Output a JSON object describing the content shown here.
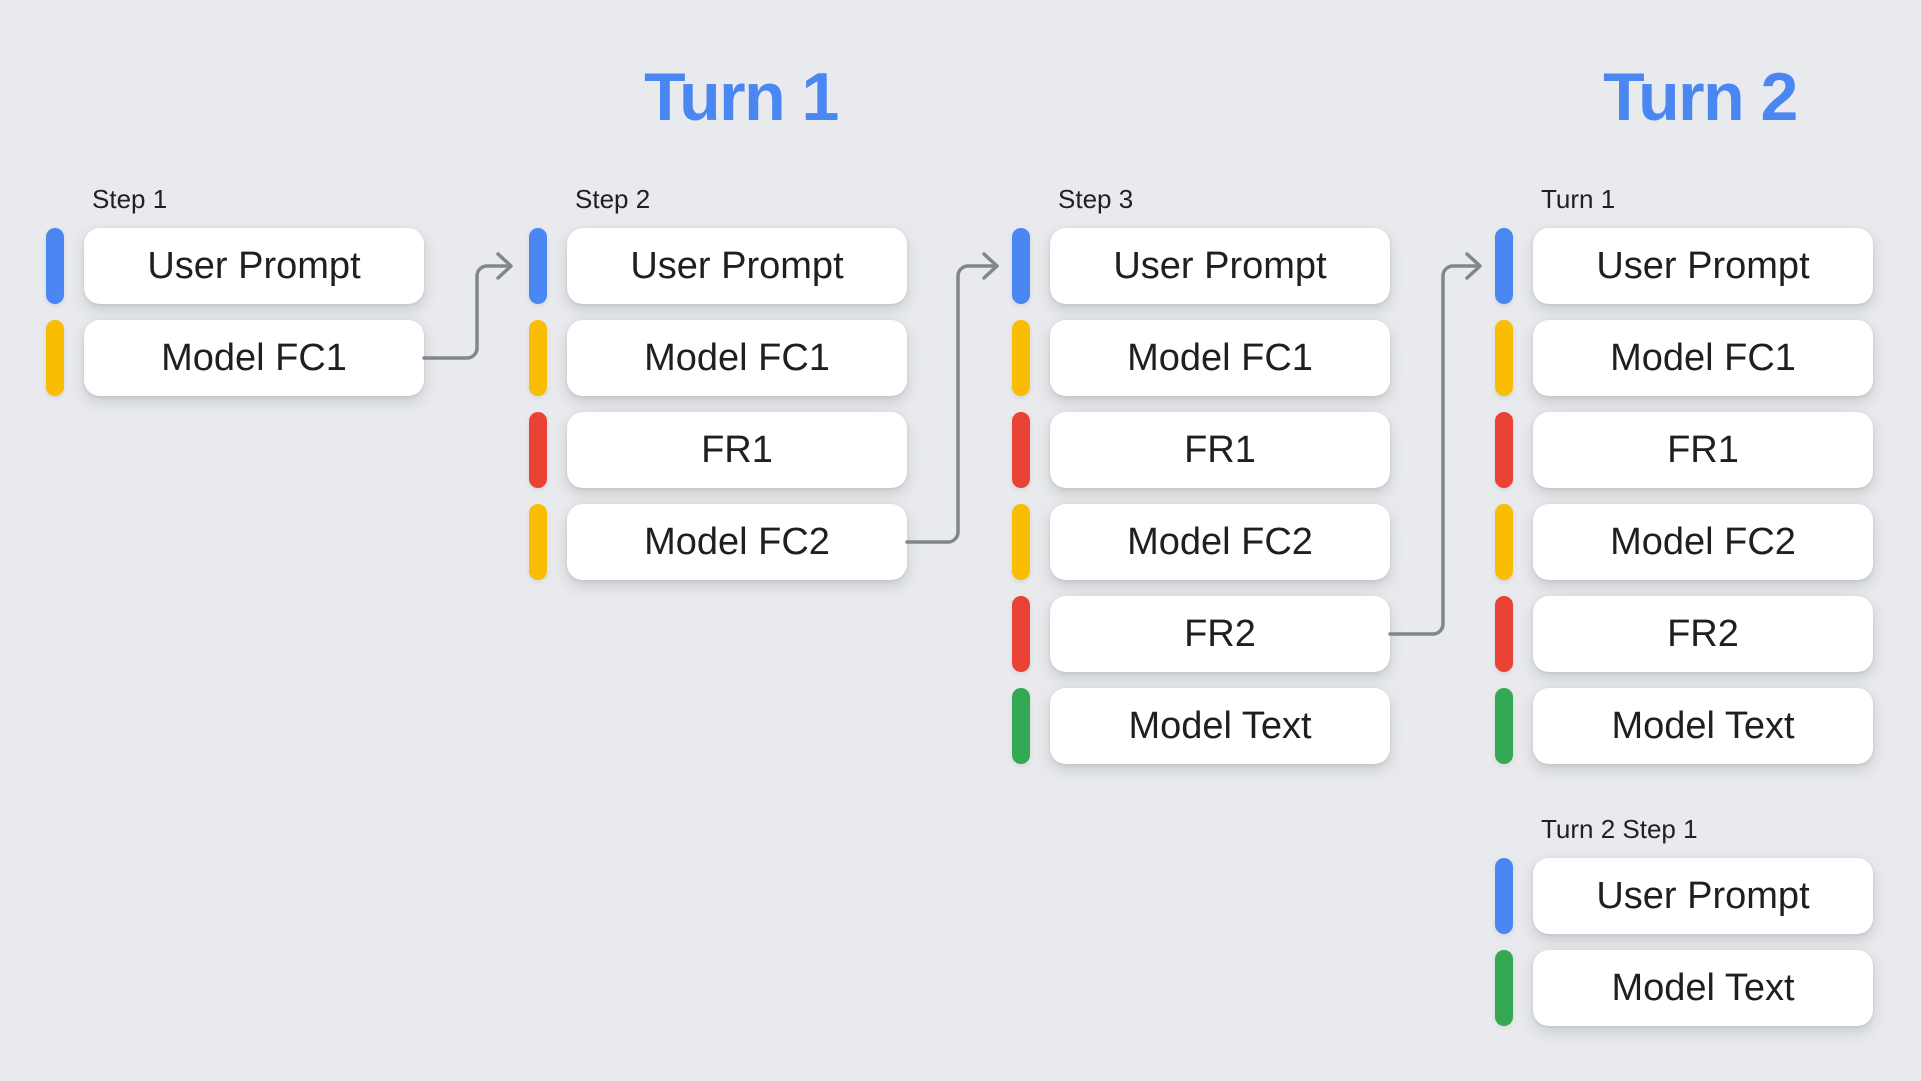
{
  "background": "#E8EAED",
  "palette": {
    "blue": "#4A87F2",
    "yellow": "#FBBC04",
    "red": "#EA4335",
    "green": "#34A853",
    "arrow": "#80868B",
    "title": "#4A87F2",
    "text": "#1F1F1F"
  },
  "titles": {
    "turn1": "Turn 1",
    "turn2": "Turn 2"
  },
  "columns": [
    {
      "label": "Step 1",
      "rows": [
        {
          "label": "User Prompt",
          "color": "#4A87F2"
        },
        {
          "label": "Model FC1",
          "color": "#FBBC04"
        }
      ]
    },
    {
      "label": "Step 2",
      "rows": [
        {
          "label": "User Prompt",
          "color": "#4A87F2"
        },
        {
          "label": "Model FC1",
          "color": "#FBBC04"
        },
        {
          "label": "FR1",
          "color": "#EA4335"
        },
        {
          "label": "Model FC2",
          "color": "#FBBC04"
        }
      ]
    },
    {
      "label": "Step 3",
      "rows": [
        {
          "label": "User Prompt",
          "color": "#4A87F2"
        },
        {
          "label": "Model FC1",
          "color": "#FBBC04"
        },
        {
          "label": "FR1",
          "color": "#EA4335"
        },
        {
          "label": "Model FC2",
          "color": "#FBBC04"
        },
        {
          "label": "FR2",
          "color": "#EA4335"
        },
        {
          "label": "Model Text",
          "color": "#34A853"
        }
      ]
    },
    {
      "label": "Turn 1",
      "rows": [
        {
          "label": "User Prompt",
          "color": "#4A87F2"
        },
        {
          "label": "Model FC1",
          "color": "#FBBC04"
        },
        {
          "label": "FR1",
          "color": "#EA4335"
        },
        {
          "label": "Model FC2",
          "color": "#FBBC04"
        },
        {
          "label": "FR2",
          "color": "#EA4335"
        },
        {
          "label": "Model Text",
          "color": "#34A853"
        }
      ]
    }
  ],
  "turn2_group": {
    "label": "Turn 2 Step 1",
    "rows": [
      {
        "label": "User Prompt",
        "color": "#4A87F2"
      },
      {
        "label": "Model Text",
        "color": "#34A853"
      }
    ]
  },
  "arrows": [
    {
      "from": "Step 1 / Model FC1",
      "to": "Step 2 / User Prompt"
    },
    {
      "from": "Step 2 / Model FC2",
      "to": "Step 3 / User Prompt"
    },
    {
      "from": "Step 3 / FR2",
      "to": "Turn 2 / Turn 1 / User Prompt"
    }
  ]
}
